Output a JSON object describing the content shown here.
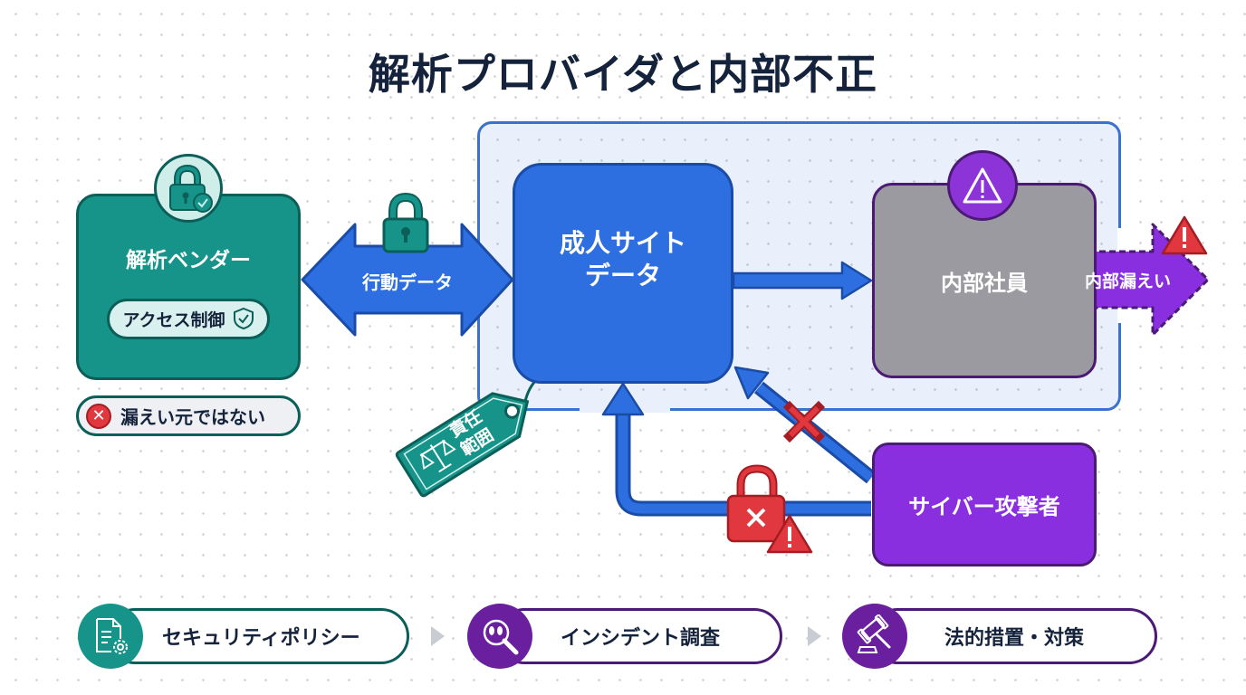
{
  "title": "解析プロバイダと内部不正",
  "nodes": {
    "vendor": {
      "label": "解析ベンダー",
      "access_control": "アクセス制御",
      "icon": "lock-check-icon"
    },
    "not_source": {
      "label": "漏えい元ではない",
      "icon": "x-circle-icon"
    },
    "behavior_data": {
      "label": "行動データ",
      "icon": "lock-icon"
    },
    "adult_site_data": {
      "line1": "成人サイト",
      "line2": "データ"
    },
    "responsibility_tag": {
      "line1": "責任",
      "line2": "範囲",
      "icon": "scales-icon"
    },
    "insider": {
      "label": "内部社員",
      "icon": "warning-icon"
    },
    "internal_leak": {
      "label": "内部漏えい",
      "icon": "warning-icon"
    },
    "attacker": {
      "label": "サイバー攻撃者"
    }
  },
  "steps": [
    {
      "label": "セキュリティポリシー",
      "icon": "document-gear-icon",
      "color": "#16948a"
    },
    {
      "label": "インシデント調査",
      "icon": "footprint-search-icon",
      "color": "#6a1f9e"
    },
    {
      "label": "法的措置・対策",
      "icon": "gavel-icon",
      "color": "#6a1f9e"
    }
  ],
  "colors": {
    "teal": "#16948a",
    "blue": "#2d6fe0",
    "purple": "#8a2fe0",
    "gray": "#9a9aa0",
    "red": "#e0383e",
    "navy": "#14233b"
  }
}
